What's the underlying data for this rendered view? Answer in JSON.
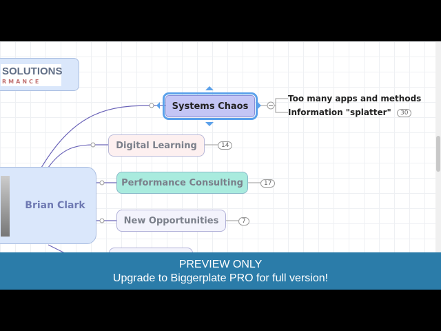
{
  "logo": {
    "line1": "SOLUTIONS",
    "line2": "RMANCE"
  },
  "central": {
    "label": "Brian Clark"
  },
  "topics": [
    {
      "label": "Systems Chaos",
      "subtopics": [
        "Too many apps and methods",
        "Information \"splatter\""
      ],
      "count": "30"
    },
    {
      "label": "Digital Learning",
      "count": "14"
    },
    {
      "label": "Performance Consulting",
      "count": "17"
    },
    {
      "label": "New Opportunities",
      "count": "7"
    }
  ],
  "banner": {
    "line1": "PREVIEW ONLY",
    "line2": "Upgrade to Biggerplate PRO for full version!"
  }
}
